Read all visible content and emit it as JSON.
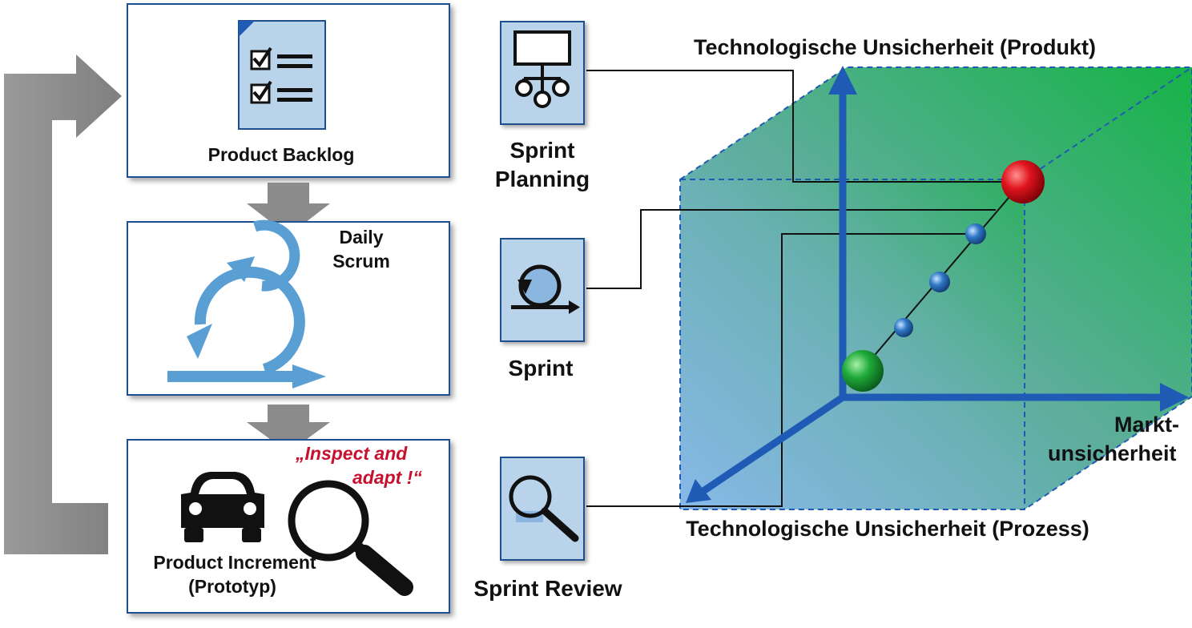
{
  "left_column": {
    "product_backlog": "Product Backlog",
    "daily_scrum_line1": "Daily",
    "daily_scrum_line2": "Scrum",
    "inspect_line1": "„Inspect and",
    "inspect_line2": "adapt !“",
    "increment_line1": "Product Increment",
    "increment_line2": "(Prototyp)"
  },
  "middle_column": {
    "planning_line1": "Sprint",
    "planning_line2": "Planning",
    "sprint": "Sprint",
    "review": "Sprint Review"
  },
  "cube": {
    "axis_top": "Technologische Unsicherheit (Produkt)",
    "axis_right_line1": "Markt-",
    "axis_right_line2": "unsicherheit",
    "axis_bottom": "Technologische Unsicherheit (Prozess)"
  },
  "colors": {
    "box_border": "#1f4e8c",
    "loop_blue": "#5a9fd4",
    "axis_blue": "#1f5bb5",
    "cube_green": "#1fae4b",
    "inspect_red": "#c8102e",
    "arrow_gray": "#8c8c8c"
  }
}
